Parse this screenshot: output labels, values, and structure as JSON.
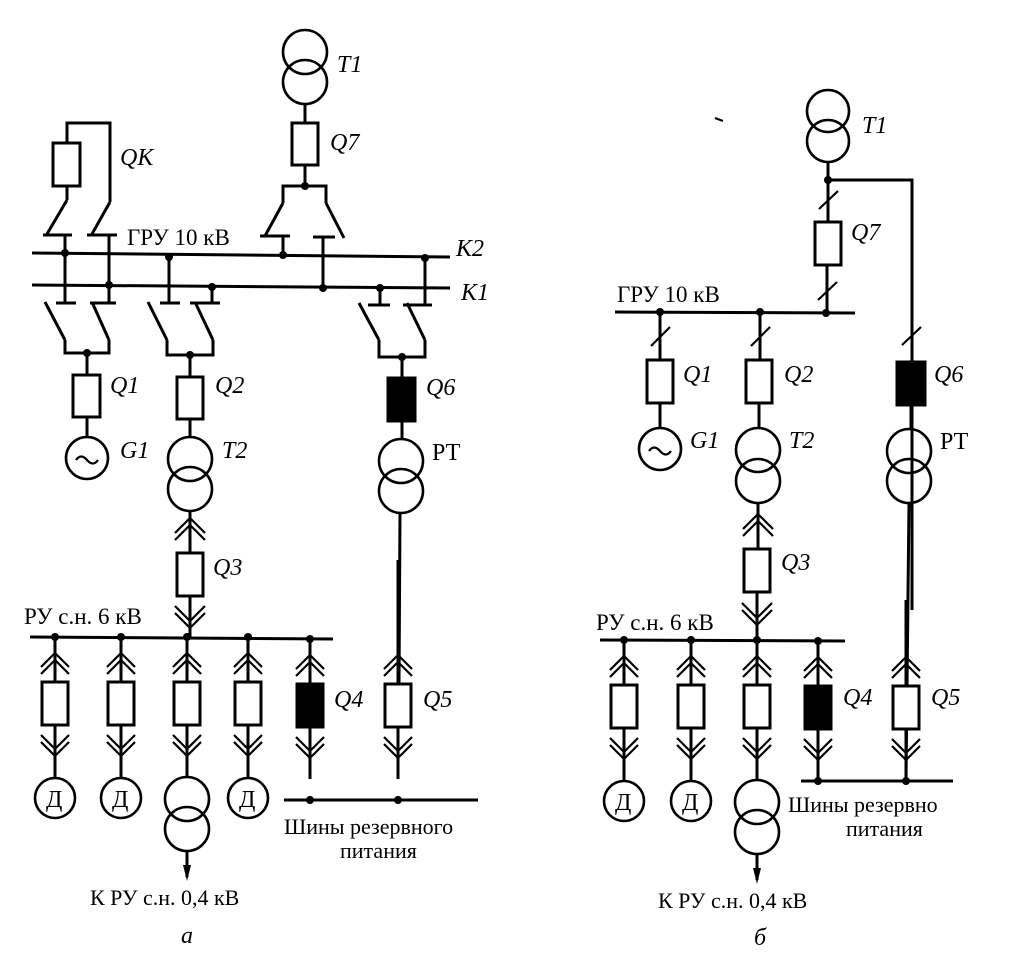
{
  "figure": {
    "panels": [
      {
        "id": "a",
        "caption": "а",
        "labels": {
          "T1": "T1",
          "Q7": "Q7",
          "QK": "QK",
          "bus_main": "ГРУ 10 кВ",
          "K2": "K2",
          "K1": "K1",
          "Q1": "Q1",
          "Q2": "Q2",
          "Q6": "Q6",
          "G1": "G1",
          "T2": "T2",
          "PT": "РТ",
          "Q3": "Q3",
          "bus_aux": "РУ с.н. 6 кВ",
          "Q4": "Q4",
          "Q5": "Q5",
          "motor": "Д",
          "reserve_line1": "Шины резервного",
          "reserve_line2": "питания",
          "to_lv": "К РУ с.н. 0,4 кВ"
        }
      },
      {
        "id": "b",
        "caption": "б",
        "labels": {
          "T1": "T1",
          "Q7": "Q7",
          "bus_main": "ГРУ 10 кВ",
          "Q1": "Q1",
          "Q2": "Q2",
          "Q6": "Q6",
          "G1": "G1",
          "T2": "T2",
          "PT": "РТ",
          "Q3": "Q3",
          "bus_aux": "РУ с.н. 6 кВ",
          "Q4": "Q4",
          "Q5": "Q5",
          "motor": "Д",
          "reserve_line1": "Шины резервно",
          "reserve_line2": "питания",
          "to_lv": "К РУ с.н. 0,4 кВ"
        }
      }
    ],
    "legend_notes": {
      "filled_breaker": "reserve breakers Q4, Q6 drawn filled (normally open)",
      "generator_symbol": "~"
    }
  }
}
